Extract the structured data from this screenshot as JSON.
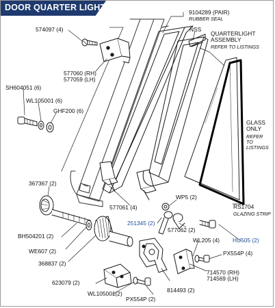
{
  "title": "DOOR QUARTER LIGHT",
  "colors": {
    "title_bg": "#1f3a6e",
    "title_fg": "#ffffff",
    "blue_label": "#1f4e9a",
    "line": "#1a1a1a"
  },
  "labels": {
    "rubber_seal_part": "9104289 (PAIR)",
    "rubber_seal_name": "RUBBER SEAL",
    "nss": "NSS",
    "quarterlight_1": "QUARTERLIGHT",
    "quarterlight_2": "ASSEMBLY",
    "quarterlight_note": "REFER TO LISTINGS",
    "screw_574097": "574097 (4)",
    "hinge_rh": "577060 (RH)",
    "hinge_lh": "577059 (LH)",
    "screw_sh604051": "SH604051 (6)",
    "washer_wl105001": "WL105001 (6)",
    "washer_ghf200": "GHF200 (6)",
    "glass_1": "GLASS",
    "glass_2": "ONLY",
    "glass_note_1": "REFER",
    "glass_note_2": "TO",
    "glass_note_3": "LISTINGS",
    "knob_367367": "367367 (2)",
    "pivot_577061": "577061 (4)",
    "wp5": "WP5 (2)",
    "rs1704": "RS1704",
    "glazing_strip": "GLAZING STRIP",
    "p251345": "251345 (2)",
    "p577062": "577062 (2)",
    "bh504201": "BH504201 (2)",
    "we607": "WE607 (2)",
    "p368837": "368837 (2)",
    "wl205": "WL205 (4)",
    "hu505": "HU505 (2)",
    "px554p_right": "PX554P (4)",
    "p714570": "714570 (RH)",
    "p714569": "714569 (LH)",
    "p623079": "623079 (2)",
    "wl105001_2": "WL105001(2)",
    "p814493": "814493 (2)",
    "px554p_bottom": "PX554P (2)"
  }
}
